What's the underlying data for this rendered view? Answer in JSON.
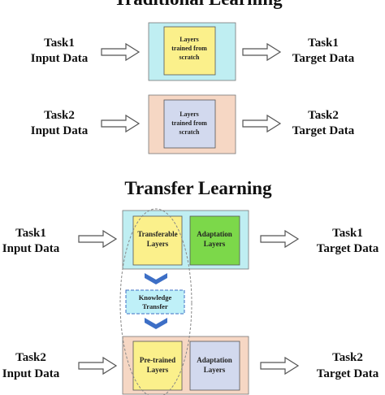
{
  "colors": {
    "cyan_bg": "#bfeef2",
    "peach_bg": "#f6d7c4",
    "yellow": "#fbf08b",
    "lavender": "#d2d9ee",
    "green": "#7cd84a",
    "knowledge_box": "#bff0f8",
    "chevron": "#3d6fc6"
  },
  "traditional": {
    "title": "Traditional Learning",
    "task1": {
      "input": [
        "Task1",
        "Input Data"
      ],
      "layers": [
        "Layers",
        "trained from",
        "scratch"
      ],
      "target": [
        "Task1",
        "Target Data"
      ]
    },
    "task2": {
      "input": [
        "Task2",
        "Input Data"
      ],
      "layers": [
        "Layers",
        "trained from",
        "scratch"
      ],
      "target": [
        "Task2",
        "Target Data"
      ]
    }
  },
  "transfer": {
    "title": "Transfer Learning",
    "task1": {
      "input": [
        "Task1",
        "Input Data"
      ],
      "left_box": [
        "Transferable",
        "Layers"
      ],
      "right_box": [
        "Adaptation",
        "Layers"
      ],
      "target": [
        "Task1",
        "Target Data"
      ]
    },
    "knowledge": [
      "Knowledge",
      "Transfer"
    ],
    "task2": {
      "input": [
        "Task2",
        "Input Data"
      ],
      "left_box": [
        "Pre-trained",
        "Layers"
      ],
      "right_box": [
        "Adaptation",
        "Layers"
      ],
      "target": [
        "Task2",
        "Target Data"
      ]
    }
  }
}
